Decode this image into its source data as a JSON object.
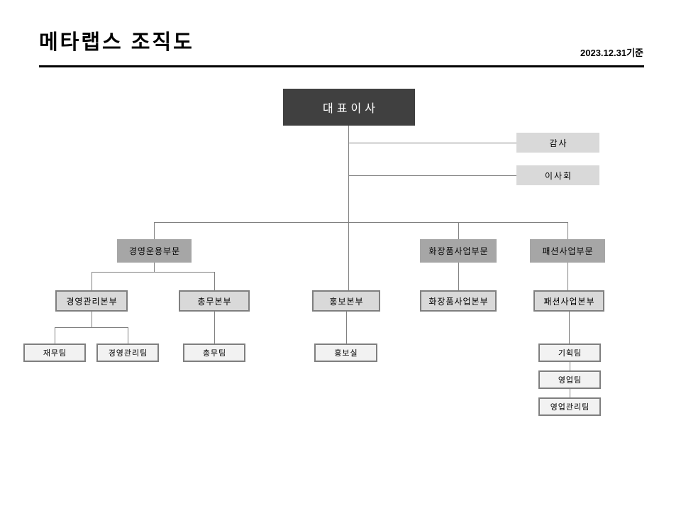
{
  "header": {
    "title": "메타랩스 조직도",
    "date_note": "2023.12.31기준"
  },
  "colors": {
    "executive_box": "#404040",
    "executive_text": "#ffffff",
    "division_box": "#a6a6a6",
    "staff_box": "#d9d9d9",
    "team_box": "#f2f2f2",
    "box_border": "#7f7f7f",
    "connector_line": "#808080",
    "title_rule": "#000000"
  },
  "org_chart": {
    "nodes": {
      "ceo": {
        "label": "대표이사"
      },
      "auditor": {
        "label": "감사"
      },
      "board": {
        "label": "이사회"
      },
      "division_management": {
        "label": "경영운용부문"
      },
      "division_cosmetics": {
        "label": "화장품사업부문"
      },
      "division_fashion": {
        "label": "패션사업부문"
      },
      "hq_management": {
        "label": "경영관리본부"
      },
      "hq_general_affairs": {
        "label": "총무본부"
      },
      "hq_pr": {
        "label": "홍보본부"
      },
      "hq_cosmetics": {
        "label": "화장품사업본부"
      },
      "hq_fashion": {
        "label": "패션사업본부"
      },
      "team_finance": {
        "label": "재무팀"
      },
      "team_management": {
        "label": "경영관리팀"
      },
      "team_general_affairs": {
        "label": "총무팀"
      },
      "office_pr": {
        "label": "홍보실"
      },
      "team_planning": {
        "label": "기획팀"
      },
      "team_sales": {
        "label": "영업팀"
      },
      "team_sales_management": {
        "label": "영업관리팀"
      }
    }
  }
}
